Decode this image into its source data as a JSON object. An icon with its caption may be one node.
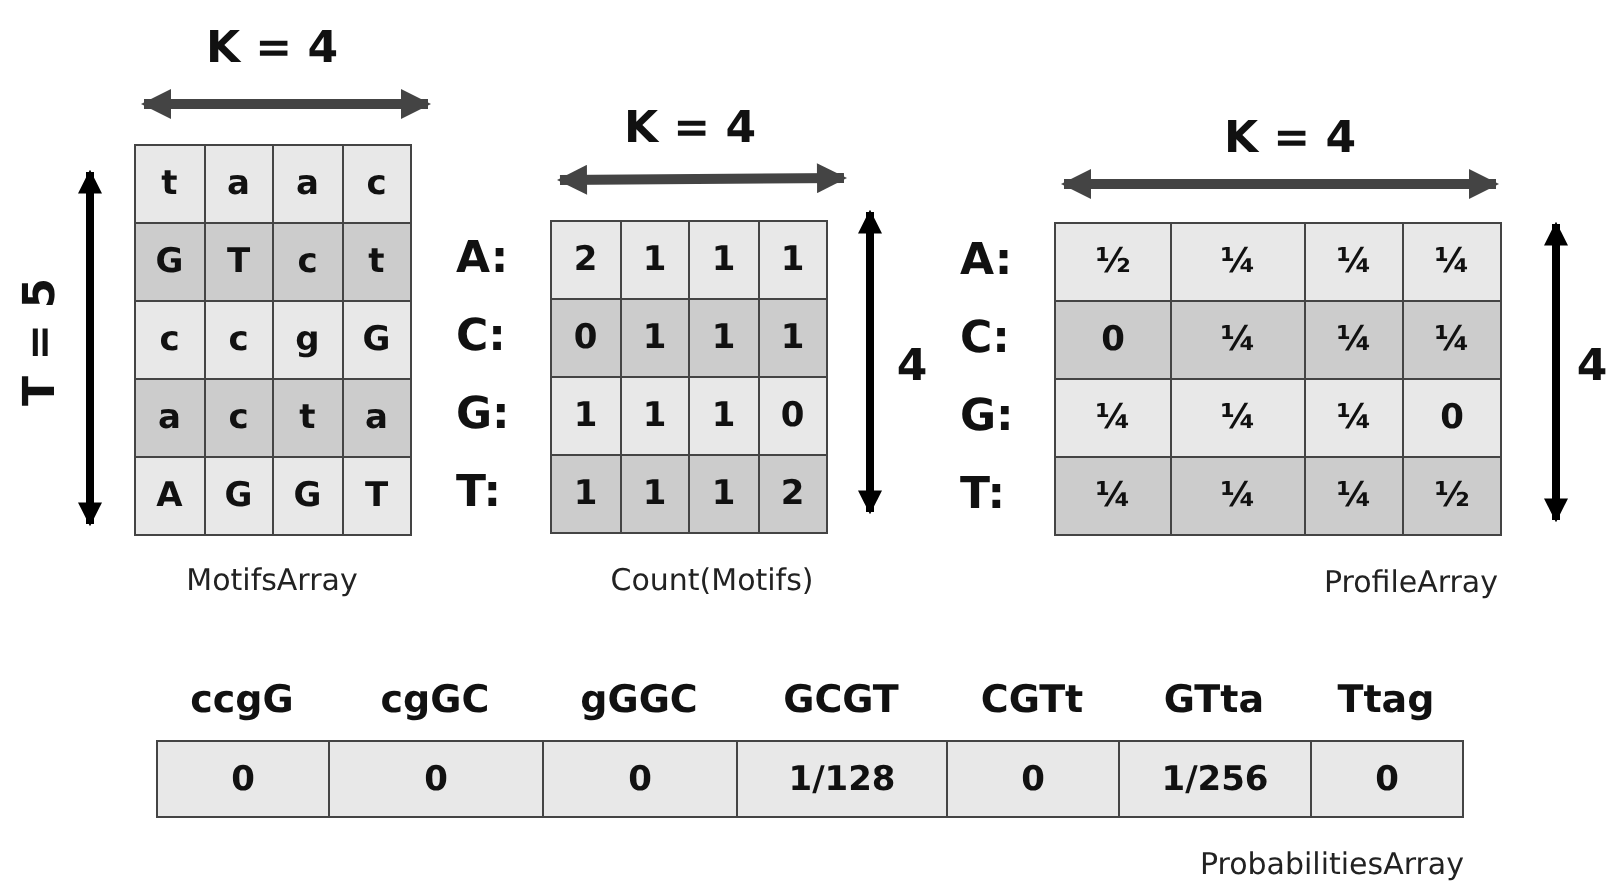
{
  "diagram": {
    "labels": [
      "K = 4",
      "T = 5",
      "t",
      "a",
      "a",
      "c",
      "G",
      "T",
      "c",
      "t",
      "c",
      "c",
      "g",
      "G",
      "a",
      "c",
      "t",
      "a",
      "A",
      "G",
      "G",
      "T",
      "MotifsArray",
      "K = 4",
      "A:",
      "C:",
      "G:",
      "T:",
      "2",
      "1",
      "1",
      "1",
      "0",
      "1",
      "1",
      "1",
      "1",
      "1",
      "1",
      "0",
      "1",
      "1",
      "1",
      "2",
      "4",
      "Count(Motifs)",
      "K = 4",
      "A:",
      "C:",
      "G:",
      "T:",
      "½",
      "¼",
      "¼",
      "¼",
      "0",
      "¼",
      "¼",
      "¼",
      "¼",
      "¼",
      "¼",
      "0",
      "¼",
      "¼",
      "¼",
      "½",
      "4",
      "ProfileArray",
      "ccgG",
      "cgGC",
      "gGGC",
      "GCGT",
      "CGTt",
      "GTta",
      "Ttag",
      "0",
      "0",
      "0",
      "1/128",
      "0",
      "1/256",
      "0",
      "ProbabilitiesArray"
    ]
  }
}
